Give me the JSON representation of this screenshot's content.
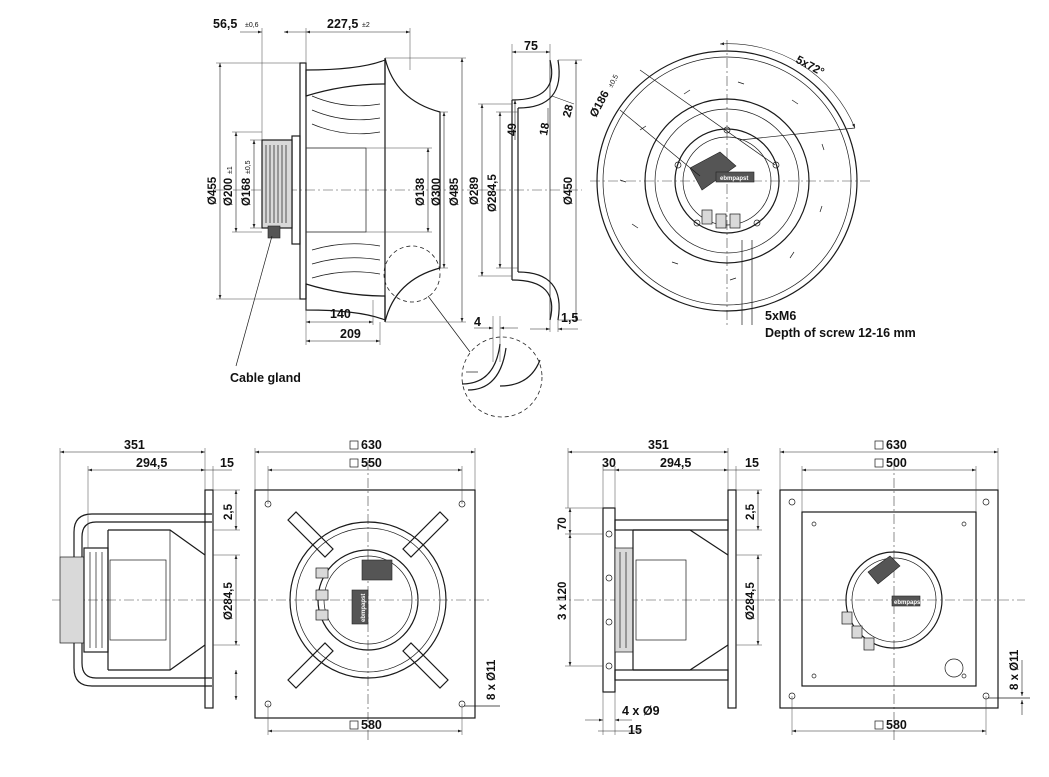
{
  "top_side_view": {
    "dims": {
      "offset_left": "56,5",
      "offset_left_tol": "±0,6",
      "overall_length": "227,5",
      "overall_length_tol": "±2",
      "dia_455": "Ø455",
      "dia_200": "Ø200",
      "dia_200_tol": "±1",
      "dia_168": "Ø168",
      "dia_168_tol": "±0,5",
      "dia_138": "Ø138",
      "dia_300": "Ø300",
      "dia_485": "Ø485",
      "len_140": "140",
      "len_209": "209"
    },
    "callout": "Cable gland"
  },
  "top_inlet_ring": {
    "dims": {
      "ring_depth": "75",
      "r_28": "28",
      "r_18": "18",
      "r_49": "49",
      "dia_289": "Ø289",
      "dia_284": "Ø284,5",
      "dia_450": "Ø450",
      "gap_4": "4",
      "thickness": "1,5"
    }
  },
  "top_front_view": {
    "dims": {
      "bolt_circle": "Ø186",
      "bolt_circle_tol": "±0,5",
      "angle": "5x72°",
      "screws": "5xM6"
    },
    "callout": "Depth of screw 12-16 mm",
    "brand": "ebmpapst"
  },
  "bottom_left_side": {
    "dims": {
      "length_351": "351",
      "length_294": "294,5",
      "flange": "15",
      "d_25": "2,5",
      "dia_284": "Ø284,5",
      "holes": "8 x Ø11"
    }
  },
  "bottom_left_front": {
    "dims": {
      "square_630": "630",
      "square_550": "550",
      "square_580": "580"
    },
    "brand": "ebmpapst"
  },
  "bottom_right_side": {
    "dims": {
      "length_351": "351",
      "d_30": "30",
      "length_294": "294,5",
      "flange": "15",
      "d_70": "70",
      "pitch": "3 x 120",
      "d_25": "2,5",
      "dia_284": "Ø284,5",
      "holes_9": "4 x Ø9",
      "bottom_15": "15",
      "holes": "8 x Ø11"
    }
  },
  "bottom_right_front": {
    "dims": {
      "square_630": "630",
      "square_500": "500",
      "square_580": "580"
    },
    "brand": "ebmpapst"
  }
}
